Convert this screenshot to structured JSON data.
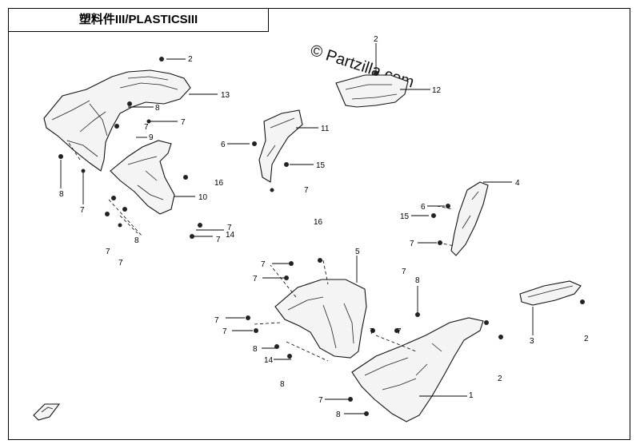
{
  "title": "塑料件III/PLASTICSIII",
  "watermark": "© Partzilla.com",
  "callouts": [
    "2",
    "13",
    "8",
    "7",
    "7",
    "9",
    "8",
    "7",
    "16",
    "10",
    "8",
    "7",
    "7",
    "14",
    "7",
    "7",
    "6",
    "11",
    "15",
    "7",
    "2",
    "12",
    "16",
    "4",
    "6",
    "15",
    "7",
    "7",
    "5",
    "7",
    "7",
    "8",
    "7",
    "7",
    "8",
    "7",
    "14",
    "7",
    "8",
    "3",
    "2",
    "2",
    "1",
    "7",
    "8"
  ]
}
